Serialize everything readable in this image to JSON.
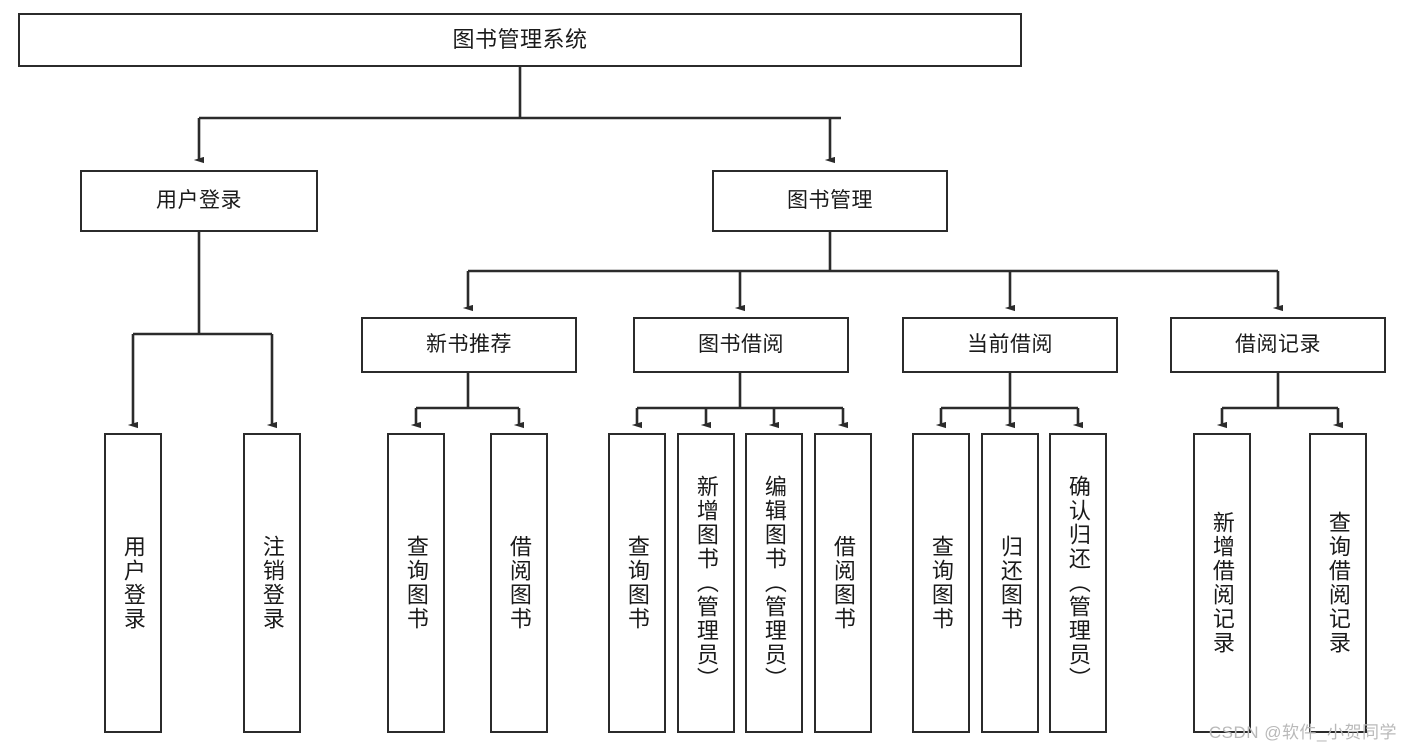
{
  "diagram": {
    "title": "图书管理系统",
    "type": "tree-hierarchy",
    "watermark": "CSDN @软件_小贺同学",
    "colors": {
      "stroke": "#2b2b2b",
      "fill": "#ffffff",
      "text": "#1a1a1a",
      "watermark": "#b9b9b9"
    },
    "levels": {
      "root": {
        "label": "图书管理系统"
      },
      "level2": [
        {
          "label": "用户登录"
        },
        {
          "label": "图书管理"
        }
      ],
      "level3": [
        {
          "label": "新书推荐"
        },
        {
          "label": "图书借阅"
        },
        {
          "label": "当前借阅"
        },
        {
          "label": "借阅记录"
        }
      ],
      "leaves": {
        "user_login": [
          {
            "label": "用户登录"
          },
          {
            "label": "注销登录"
          }
        ],
        "new_book_recommend": [
          {
            "label": "查询图书"
          },
          {
            "label": "借阅图书"
          }
        ],
        "book_borrow": [
          {
            "label": "查询图书"
          },
          {
            "label": "新增图书（管理员）"
          },
          {
            "label": "编辑图书（管理员）"
          },
          {
            "label": "借阅图书"
          }
        ],
        "current_borrow": [
          {
            "label": "查询图书"
          },
          {
            "label": "归还图书"
          },
          {
            "label": "确认归还（管理员）"
          }
        ],
        "borrow_record": [
          {
            "label": "新增借阅记录"
          },
          {
            "label": "查询借阅记录"
          }
        ]
      }
    }
  }
}
